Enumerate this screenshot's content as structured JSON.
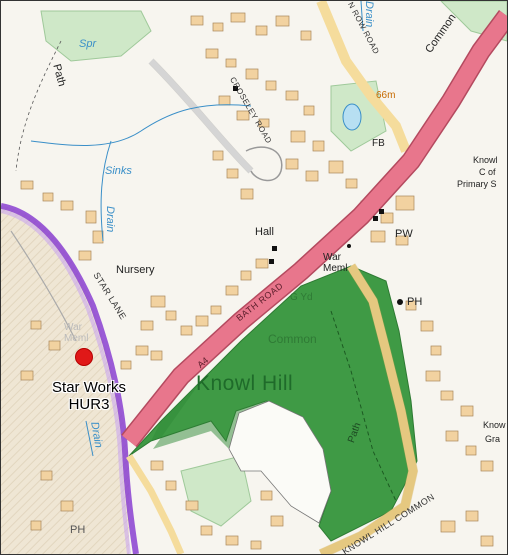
{
  "map": {
    "area_name": "Knowl Hill",
    "common_label": "Common",
    "gyd_label": "G Yd",
    "road_labels": {
      "bath_road": "BATH ROAD",
      "a4": "A4",
      "star_lane": "STAR LANE",
      "knowl_hill_common": "KNOWL HILL COMMON",
      "croseley_road": "CROSELEY ROAD",
      "row_road": "N ROW ROAD"
    },
    "feature_labels": {
      "spr": "Spr",
      "path_top": "Path",
      "sinks": "Sinks",
      "drain_left": "Drain",
      "drain_top": "Drain",
      "drain_bottom": "Drain",
      "path_common": "Path",
      "nursery": "Nursery",
      "hall": "Hall",
      "war_memorial": "War\nMeml",
      "war_memorial_left": "War\nMeml",
      "pw": "PW",
      "ph_right": "PH",
      "ph_bottom": "PH",
      "fb": "FB",
      "height": "66m",
      "common_top": "Common",
      "school_line1": "Knowl",
      "school_line2": "C of",
      "school_line3": "Primary S",
      "knowl_right": "Know",
      "gra_right": "Gra"
    },
    "site": {
      "name": "Star Works",
      "ref": "HUR3",
      "marker_color": "#e01818"
    },
    "colors": {
      "common_green": "#3f9a45",
      "road_pink": "#e8768c",
      "minor_road": "#f5dc9c",
      "woodland": "#cfe8c8",
      "boundary_purple": "#8a3fd1",
      "water": "#3a8fc8"
    }
  }
}
